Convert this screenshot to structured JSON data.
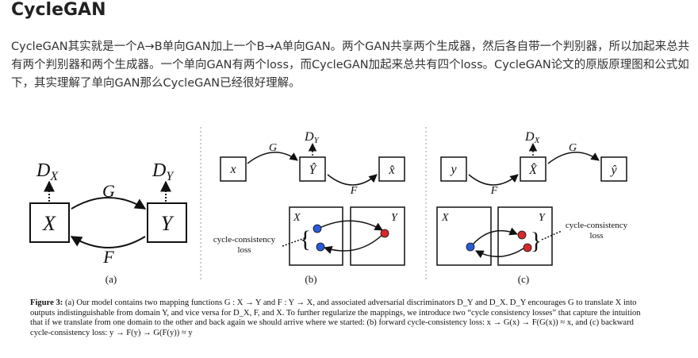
{
  "heading": "CycleGAN",
  "paragraph": "CycleGAN其实就是一个A→B单向GAN加上一个B→A单向GAN。两个GAN共享两个生成器，然后各自带一个判别器，所以加起来总共有两个判别器和两个生成器。一个单向GAN有两个loss，而CycleGAN加起来总共有四个loss。CycleGAN论文的原版原理图和公式如下，其实理解了单向GAN那么CycleGAN已经很好理解。",
  "figure": {
    "panel_a": {
      "X": "X",
      "Y": "Y",
      "G": "G",
      "F": "F",
      "DX": "D",
      "DX_sub": "X",
      "DY": "D",
      "DY_sub": "Y",
      "label": "(a)"
    },
    "panel_b": {
      "x": "x",
      "Yhat": "Ŷ",
      "xhat": "x̂",
      "G": "G",
      "F": "F",
      "DY": "D",
      "DY_sub": "Y",
      "X": "X",
      "Y": "Y",
      "cc1": "cycle-consistency",
      "cc2": "loss",
      "label": "(b)"
    },
    "panel_c": {
      "y": "y",
      "Xhat": "X̂",
      "yhat": "ŷ",
      "G": "G",
      "F": "F",
      "DX": "D",
      "DX_sub": "X",
      "X": "X",
      "Y": "Y",
      "cc1": "cycle-consistency",
      "cc2": "loss",
      "label": "(c)"
    },
    "accent_blue": "#2a5bd7",
    "accent_red": "#d62a2a"
  },
  "caption": {
    "label": "Figure 3:",
    "text": " (a) Our model contains two mapping functions G : X → Y and F : Y → X, and associated adversarial discriminators D_Y and D_X. D_Y encourages G to translate X into outputs indistinguishable from domain Y, and vice versa for D_X, F, and X. To further regularize the mappings, we introduce two “cycle consistency losses” that capture the intuition that if we translate from one domain to the other and back again we should arrive where we started: (b) forward cycle-consistency loss: x → G(x) → F(G(x)) ≈ x, and (c) backward cycle-consistency loss: y → F(y) → G(F(y)) ≈ y"
  }
}
